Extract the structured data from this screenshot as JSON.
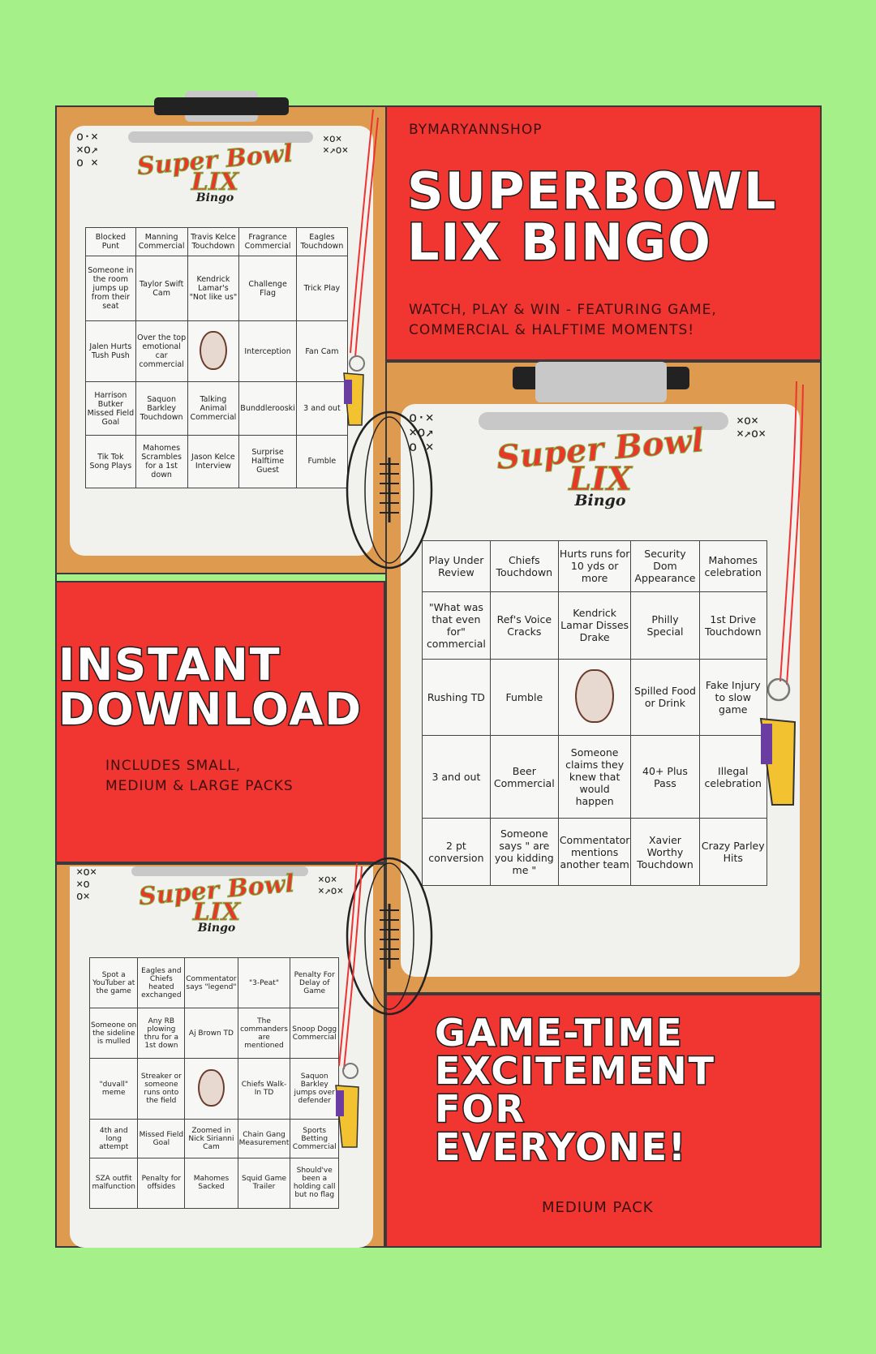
{
  "brand": "BYMARYANNSHOP",
  "title_lines": [
    "SUPERBOWL",
    "LIX BINGO"
  ],
  "subtitle_lines": [
    "WATCH, PLAY & WIN - FEATURING GAME,",
    "COMMERCIAL & HALFTIME MOMENTS!"
  ],
  "instant_lines": [
    "INSTANT",
    "DOWNLOAD"
  ],
  "includes_lines": [
    "INCLUDES SMALL,",
    "MEDIUM & LARGE PACKS"
  ],
  "excitement_lines": [
    "GAME-TIME",
    "EXCITEMENT",
    "FOR",
    "EVERYONE!"
  ],
  "pack_label": "MEDIUM PACK",
  "logo": {
    "line1": "Super Bowl",
    "line2": "LIX",
    "line3": "Bingo"
  },
  "colors": {
    "background": "#a6f08a",
    "panel_red": "#f13531",
    "clipboard": "#de9a4e",
    "paper": "#f1f1ee"
  },
  "card_small_top": [
    [
      "Blocked Punt",
      "Manning Commercial",
      "Travis Kelce Touchdown",
      "Fragrance Commercial",
      "Eagles Touchdown"
    ],
    [
      "Someone in the room jumps up from their seat",
      "Taylor Swift Cam",
      "Kendrick Lamar's \"Not like us\"",
      "Challenge Flag",
      "Trick Play"
    ],
    [
      "Jalen Hurts Tush Push",
      "Over the top emotional car commercial",
      "",
      "Interception",
      "Fan Cam"
    ],
    [
      "Harrison Butker Missed Field Goal",
      "Saquon Barkley Touchdown",
      "Talking Animal Commercial",
      "Bunddlerooski",
      "3 and out"
    ],
    [
      "Tik Tok Song Plays",
      "Mahomes Scrambles for a 1st down",
      "Jason Kelce Interview",
      "Surprise Halftime Guest",
      "Fumble"
    ]
  ],
  "card_medium": [
    [
      "Play Under Review",
      "Chiefs Touchdown",
      "Hurts runs for 10 yds or more",
      "Security Dom Appearance",
      "Mahomes celebration"
    ],
    [
      "\"What was that even for\" commercial",
      "Ref's Voice Cracks",
      "Kendrick Lamar Disses Drake",
      "Philly Special",
      "1st Drive Touchdown"
    ],
    [
      "Rushing TD",
      "Fumble",
      "",
      "Spilled Food or Drink",
      "Fake Injury to slow game"
    ],
    [
      "3 and out",
      "Beer Commercial",
      "Someone claims they knew that would happen",
      "40+ Plus Pass",
      "Illegal celebration"
    ],
    [
      "2 pt conversion",
      "Someone says \" are you kidding me \"",
      "Commentator mentions another team",
      "Xavier Worthy Touchdown",
      "Crazy Parley Hits"
    ]
  ],
  "card_small_bottom": [
    [
      "Spot a YouTuber at the game",
      "Eagles and Chiefs heated exchanged",
      "Commentator says \"legend\"",
      "\"3-Peat\"",
      "Penalty For Delay of Game"
    ],
    [
      "Someone on the sideline is mulled",
      "Any RB plowing thru for a 1st down",
      "Aj Brown TD",
      "The commanders are mentioned",
      "Snoop Dogg Commercial"
    ],
    [
      "\"duvall\" meme",
      "Streaker or someone runs onto the field",
      "",
      "Chiefs Walk-In TD",
      "Saquon Barkley jumps over defender"
    ],
    [
      "4th and long attempt",
      "Missed Field Goal",
      "Zoomed in Nick Sirianni Cam",
      "Chain Gang Measurement",
      "Sports Betting Commercial"
    ],
    [
      "SZA outfit malfunction",
      "Penalty for offsides",
      "Mahomes Sacked",
      "Squid Game Trailer",
      "Should've been a holding call but no flag"
    ]
  ],
  "icons": [
    "clipboard-clip-icon",
    "football-icon",
    "whistle-icon",
    "play-diagram-icon",
    "mascot-icon"
  ]
}
